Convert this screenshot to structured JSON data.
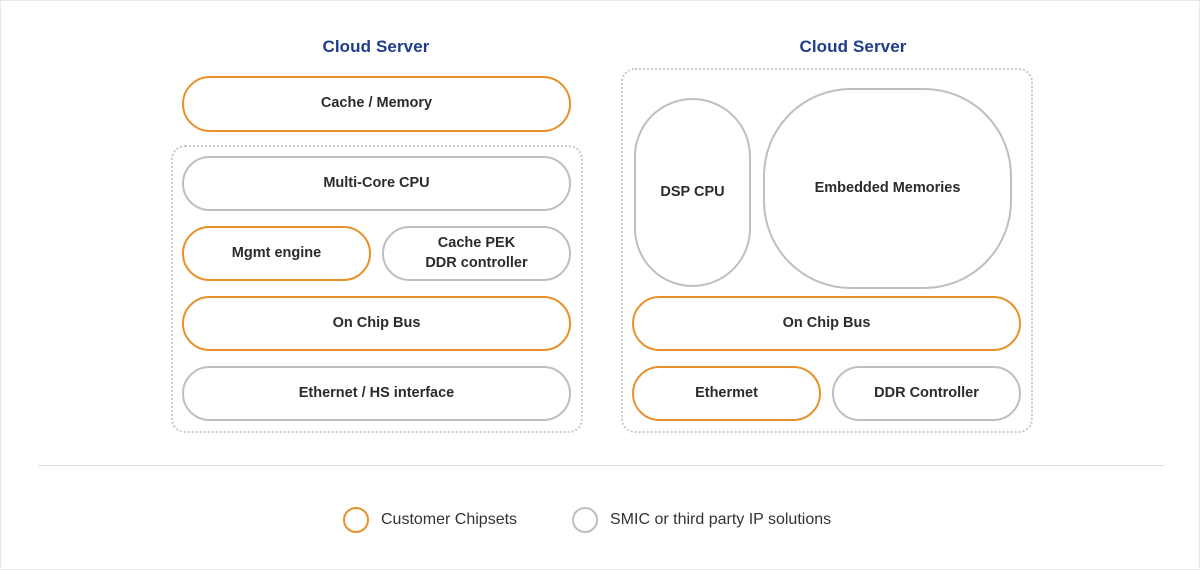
{
  "diagram": {
    "panels": [
      {
        "id": "left",
        "title": "Cloud Server",
        "outer_blocks": [
          {
            "label": "Cache / Memory",
            "style": "orange"
          }
        ],
        "soc_blocks": [
          {
            "label": "Multi-Core CPU",
            "style": "gray"
          },
          {
            "label": "Mgmt engine",
            "style": "orange"
          },
          {
            "label": "Cache PEK\nDDR controller",
            "style": "gray"
          },
          {
            "label": "On Chip Bus",
            "style": "orange"
          },
          {
            "label": "Ethernet / HS interface",
            "style": "gray"
          }
        ]
      },
      {
        "id": "right",
        "title": "Cloud Server",
        "outer_blocks": [],
        "soc_blocks": [
          {
            "label": "DSP CPU",
            "style": "gray"
          },
          {
            "label": "Embedded Memories",
            "style": "gray"
          },
          {
            "label": "On Chip Bus",
            "style": "orange"
          },
          {
            "label": "Ethermet",
            "style": "orange"
          },
          {
            "label": "DDR Controller",
            "style": "gray"
          }
        ]
      }
    ]
  },
  "legend": {
    "items": [
      {
        "label": "Customer Chipsets",
        "style": "orange"
      },
      {
        "label": "SMIC or third party IP solutions",
        "style": "gray"
      }
    ]
  },
  "colors": {
    "orange": "#e8912b",
    "gray": "#bfbfbf",
    "title_blue": "#1f3d8c",
    "text": "#2b2b2b",
    "divider": "#dcdcdc",
    "background": "#ffffff"
  }
}
